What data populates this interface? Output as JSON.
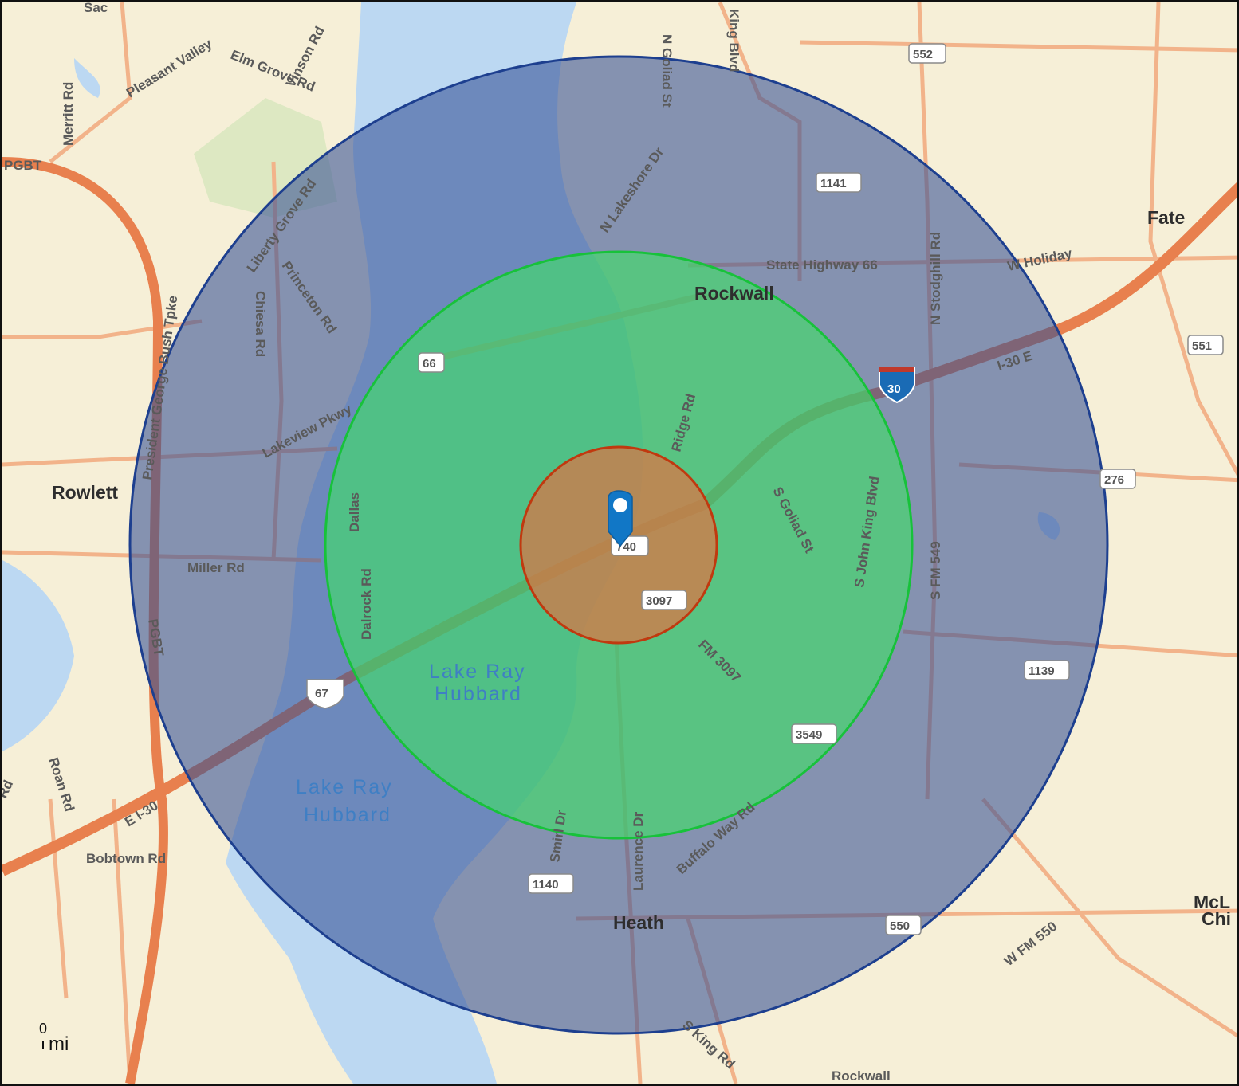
{
  "map": {
    "places": {
      "rockwall": "Rockwall",
      "rowlett": "Rowlett",
      "fate": "Fate",
      "heath": "Heath",
      "mclendon": "McL",
      "chi": "Chi",
      "rockwall_bottom": "Rockwall"
    },
    "water": {
      "lake_a_1": "Lake Ray",
      "lake_a_2": "Hubbard",
      "lake_b_1": "Lake  Ray",
      "lake_b_2": "Hubbard"
    },
    "roads": {
      "pleasant_valley": "Pleasant Valley",
      "elm_grove": "Elm Grove Rd",
      "vinson": "Vinson Rd",
      "merritt": "Merritt Rd",
      "pgbt_top": "PGBT",
      "liberty_grove": "Liberty Grove Rd",
      "princeton": "Princeton Rd",
      "chiesa": "Chiesa Rd",
      "president_george": "President George Bush Tpke",
      "lakeview": "Lakeview Pkwy",
      "miller": "Miller Rd",
      "dallas": "Dallas",
      "dalrock": "Dalrock Rd",
      "pgbt_bottom": "PGBT",
      "roan": "Roan Rd",
      "bobtown": "Bobtown Rd",
      "e_i30": "E I-30",
      "left_rd": "Rd",
      "n_goliad": "N Goliad St",
      "king_blvd": "King Blvd",
      "n_lakeshore": "N Lakeshore Dr",
      "state_hwy_66": "State Highway 66",
      "w_holiday": "W Holiday",
      "n_stodghill": "N Stodghill Rd",
      "i30e": "I-30 E",
      "ridge": "Ridge Rd",
      "s_goliad": "S Goliad St",
      "s_john_king": "S John King Blvd",
      "s_fm549": "S FM 549",
      "fm3097": "FM 3097",
      "buffalo_way": "Buffalo Way Rd",
      "smirl": "Smirl Dr",
      "laurence": "Laurence Dr",
      "w_fm550": "W FM 550",
      "s_king": "S King Rd",
      "sac": "Sac"
    },
    "shields": {
      "s552": "552",
      "s1141": "1141",
      "s551": "551",
      "s276": "276",
      "s66": "66",
      "s30": "30",
      "s740": "740",
      "s3097": "3097",
      "s1139": "1139",
      "s3549": "3549",
      "s67": "67",
      "s1140": "1140",
      "s550": "550"
    },
    "colors": {
      "outer_ring": "#1d3f8f",
      "middle_ring": "#17c23a",
      "inner_ring": "#c0390f",
      "marker": "#1177c6",
      "water": "#bcd8f2",
      "land": "#f6efd7"
    },
    "icons": {
      "marker": "map-pin-icon"
    }
  },
  "scale_bar": {
    "zero": "0",
    "unit": "mi"
  }
}
